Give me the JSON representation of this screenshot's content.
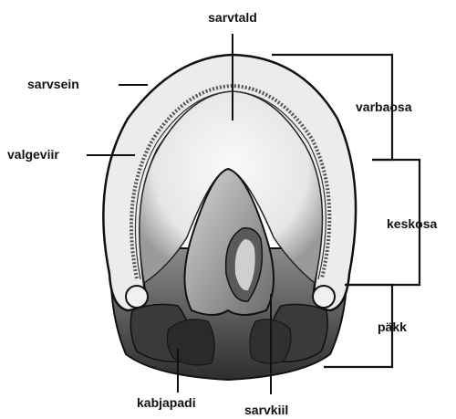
{
  "labels": {
    "sarvtald": "sarvtald",
    "sarvsein": "sarvsein",
    "valgeviir": "valgeviir",
    "varbaosa": "varbaosa",
    "keskosa": "keskosa",
    "pakk": "päkk",
    "kabjapadi": "kabjapadi",
    "sarvkiil": "sarvkiil"
  },
  "colors": {
    "wall_outer": "#e8e8e8",
    "sole": "#f4f4f4",
    "shadow": "#4a4a4a",
    "outline": "#111111"
  }
}
